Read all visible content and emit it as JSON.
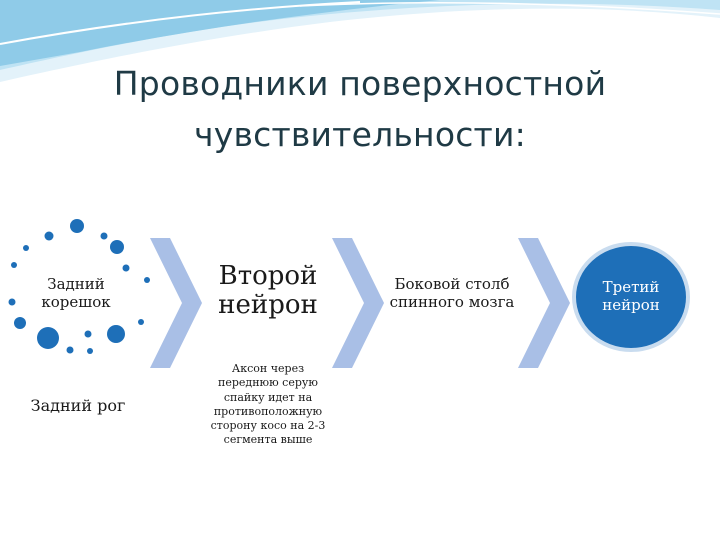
{
  "colors": {
    "wave_light": "#d8ecf7",
    "wave_mid": "#9fd2ec",
    "wave_accent": "#3aa8dc",
    "title": "#1f3a45",
    "chevron": "#a9bfe6",
    "dot": "#1e6fb8",
    "circle_fill": "#1e6fb8"
  },
  "slide": {
    "title_line1": "Проводники поверхностной",
    "title_line2": "чувствительности:"
  },
  "diagram": {
    "step1_top": "Задний корешок",
    "step1_bottom": "Задний рог",
    "step2_top": "Второй нейрон",
    "step2_bottom": "Аксон через переднюю серую спайку идет на противоположную сторону косо на 2-3 сегмента выше",
    "step3_top": "Боковой столб спинного мозга",
    "step4_top": "Третий нейрон"
  }
}
